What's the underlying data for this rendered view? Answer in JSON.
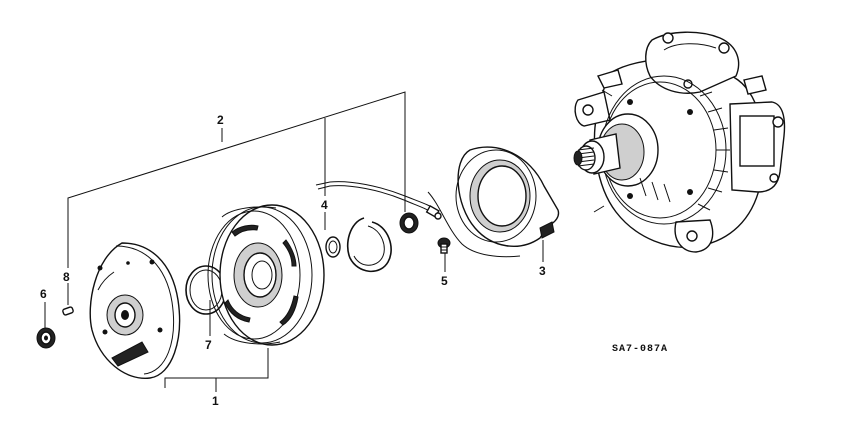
{
  "diagram": {
    "drawing_code": "SA7-087A",
    "callouts": [
      {
        "id": "c1",
        "label": "1"
      },
      {
        "id": "c2",
        "label": "2"
      },
      {
        "id": "c3",
        "label": "3"
      },
      {
        "id": "c4",
        "label": "4"
      },
      {
        "id": "c5",
        "label": "5"
      },
      {
        "id": "c6",
        "label": "6"
      },
      {
        "id": "c7",
        "label": "7"
      },
      {
        "id": "c8",
        "label": "8"
      }
    ]
  }
}
